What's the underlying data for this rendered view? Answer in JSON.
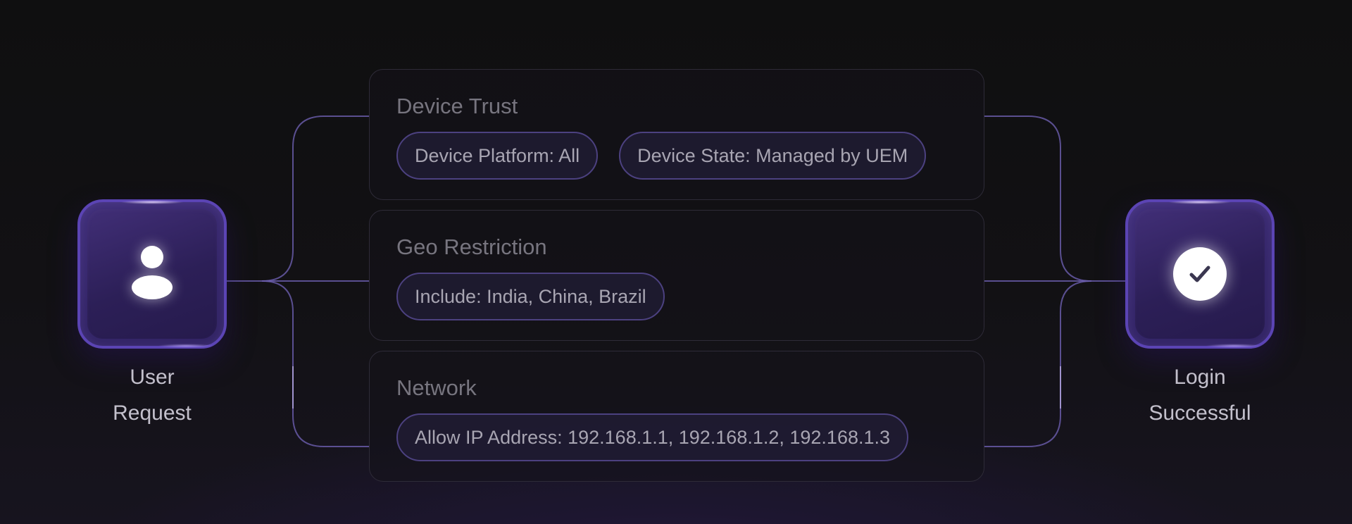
{
  "source": {
    "label_line1": "User",
    "label_line2": "Request",
    "icon": "user-icon"
  },
  "target": {
    "label_line1": "Login",
    "label_line2": "Successful",
    "icon": "check-icon"
  },
  "conditions": [
    {
      "title": "Device Trust",
      "chips": [
        "Device Platform: All",
        "Device State: Managed by UEM"
      ]
    },
    {
      "title": "Geo Restriction",
      "chips": [
        "Include: India, China, Brazil"
      ]
    },
    {
      "title": "Network",
      "chips": [
        "Allow IP Address: 192.168.1.1, 192.168.1.2, 192.168.1.3"
      ]
    }
  ],
  "colors": {
    "accent": "#5b44b4",
    "tile": "#2c1f57",
    "chip_border": "#4c4180",
    "connector": "#6d5fb0",
    "text_muted": "#77757f",
    "label": "#c3c0cc"
  }
}
